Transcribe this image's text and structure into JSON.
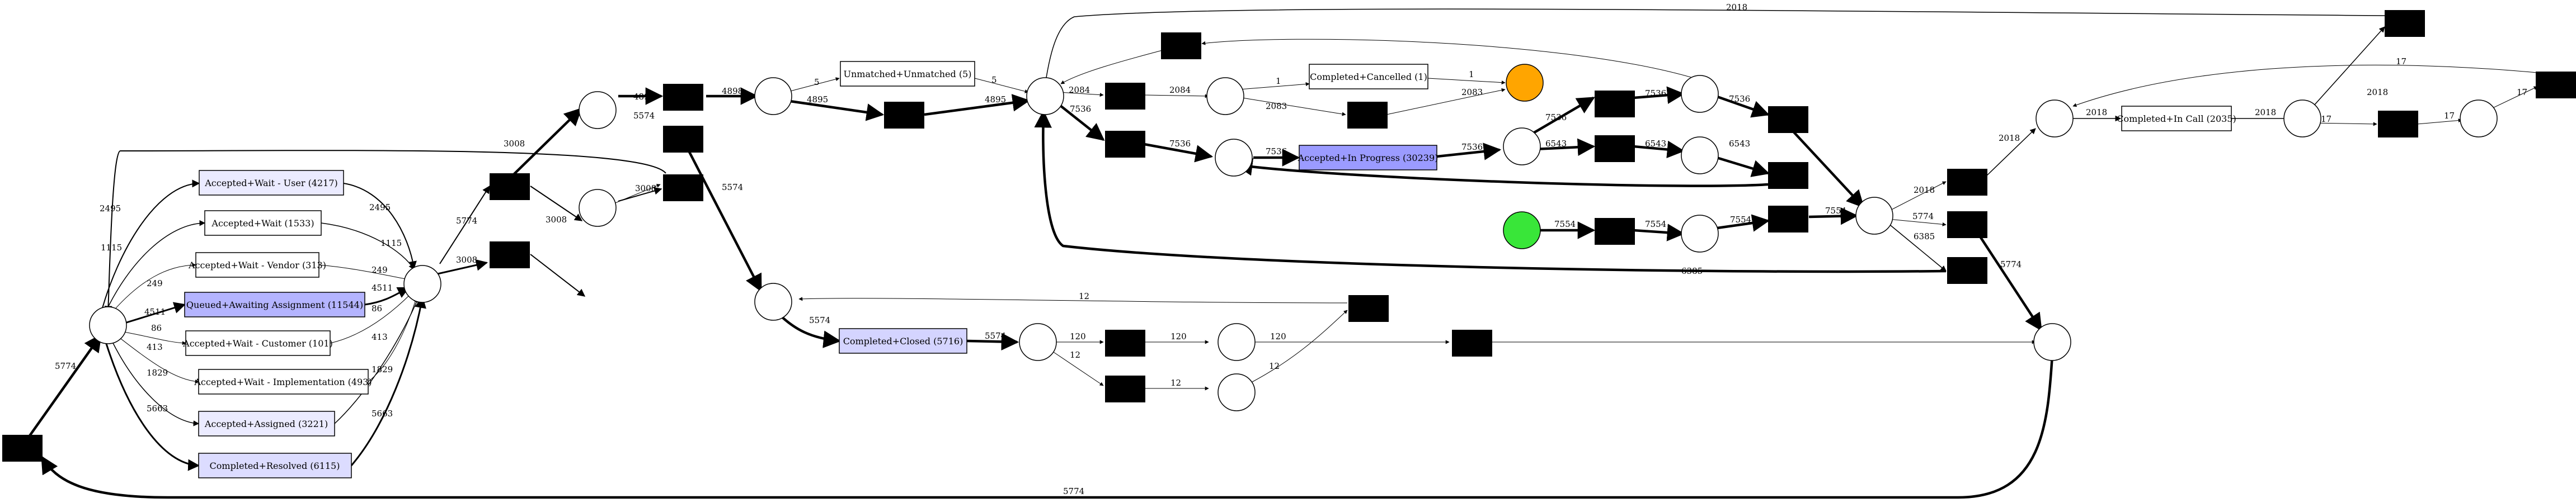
{
  "diagram": {
    "type": "petri-net",
    "places": [
      {
        "id": "p_start",
        "label": "",
        "fill": "#39e639"
      },
      {
        "id": "p_end",
        "label": "",
        "fill": "#ffa500"
      }
    ],
    "transitions": [
      {
        "id": "t_wait_user",
        "label": "Accepted+Wait - User (4217)",
        "highlight": "#ebebff"
      },
      {
        "id": "t_wait",
        "label": "Accepted+Wait (1533)",
        "highlight": "#ffffff"
      },
      {
        "id": "t_wait_vendor",
        "label": "Accepted+Wait - Vendor (313)",
        "highlight": "#ffffff"
      },
      {
        "id": "t_queued",
        "label": "Queued+Awaiting Assignment (11544)",
        "highlight": "#b4b4ff"
      },
      {
        "id": "t_wait_customer",
        "label": "Accepted+Wait - Customer (101)",
        "highlight": "#ffffff"
      },
      {
        "id": "t_wait_impl",
        "label": "Accepted+Wait - Implementation (493)",
        "highlight": "#ffffff"
      },
      {
        "id": "t_assigned",
        "label": "Accepted+Assigned (3221)",
        "highlight": "#ebebff"
      },
      {
        "id": "t_resolved",
        "label": "Completed+Resolved (6115)",
        "highlight": "#dcdcff"
      },
      {
        "id": "t_unmatched",
        "label": "Unmatched+Unmatched (5)",
        "highlight": "#ffffff"
      },
      {
        "id": "t_cancelled",
        "label": "Completed+Cancelled (1)",
        "highlight": "#ffffff"
      },
      {
        "id": "t_inprogress",
        "label": "Accepted+In Progress (30239)",
        "highlight": "#9b9bff"
      },
      {
        "id": "t_closed",
        "label": "Completed+Closed (5716)",
        "highlight": "#d4d4ff"
      },
      {
        "id": "t_incall",
        "label": "Completed+In Call (2035)",
        "highlight": "#ffffff"
      }
    ],
    "arc_labels": [
      "5774",
      "2495",
      "1115",
      "249",
      "4511",
      "86",
      "413",
      "1829",
      "5663",
      "2495",
      "1115",
      "249",
      "4511",
      "86",
      "413",
      "1829",
      "5663",
      "3008",
      "5774",
      "3008",
      "3008",
      "3008",
      "4898",
      "5574",
      "4898",
      "4895",
      "5",
      "5",
      "4895",
      "5574",
      "5574",
      "5574",
      "2084",
      "2084",
      "7536",
      "7536",
      "1",
      "1",
      "2083",
      "2083",
      "7536",
      "7536",
      "7536",
      "7536",
      "6543",
      "6543",
      "6543",
      "7536",
      "7554",
      "7554",
      "7554",
      "7554",
      "2018",
      "2018",
      "2018",
      "2018",
      "17",
      "17",
      "17",
      "17",
      "5774",
      "6385",
      "6385",
      "5774",
      "2018",
      "2018",
      "12",
      "120",
      "12",
      "120",
      "12",
      "120",
      "12",
      "5774"
    ]
  }
}
